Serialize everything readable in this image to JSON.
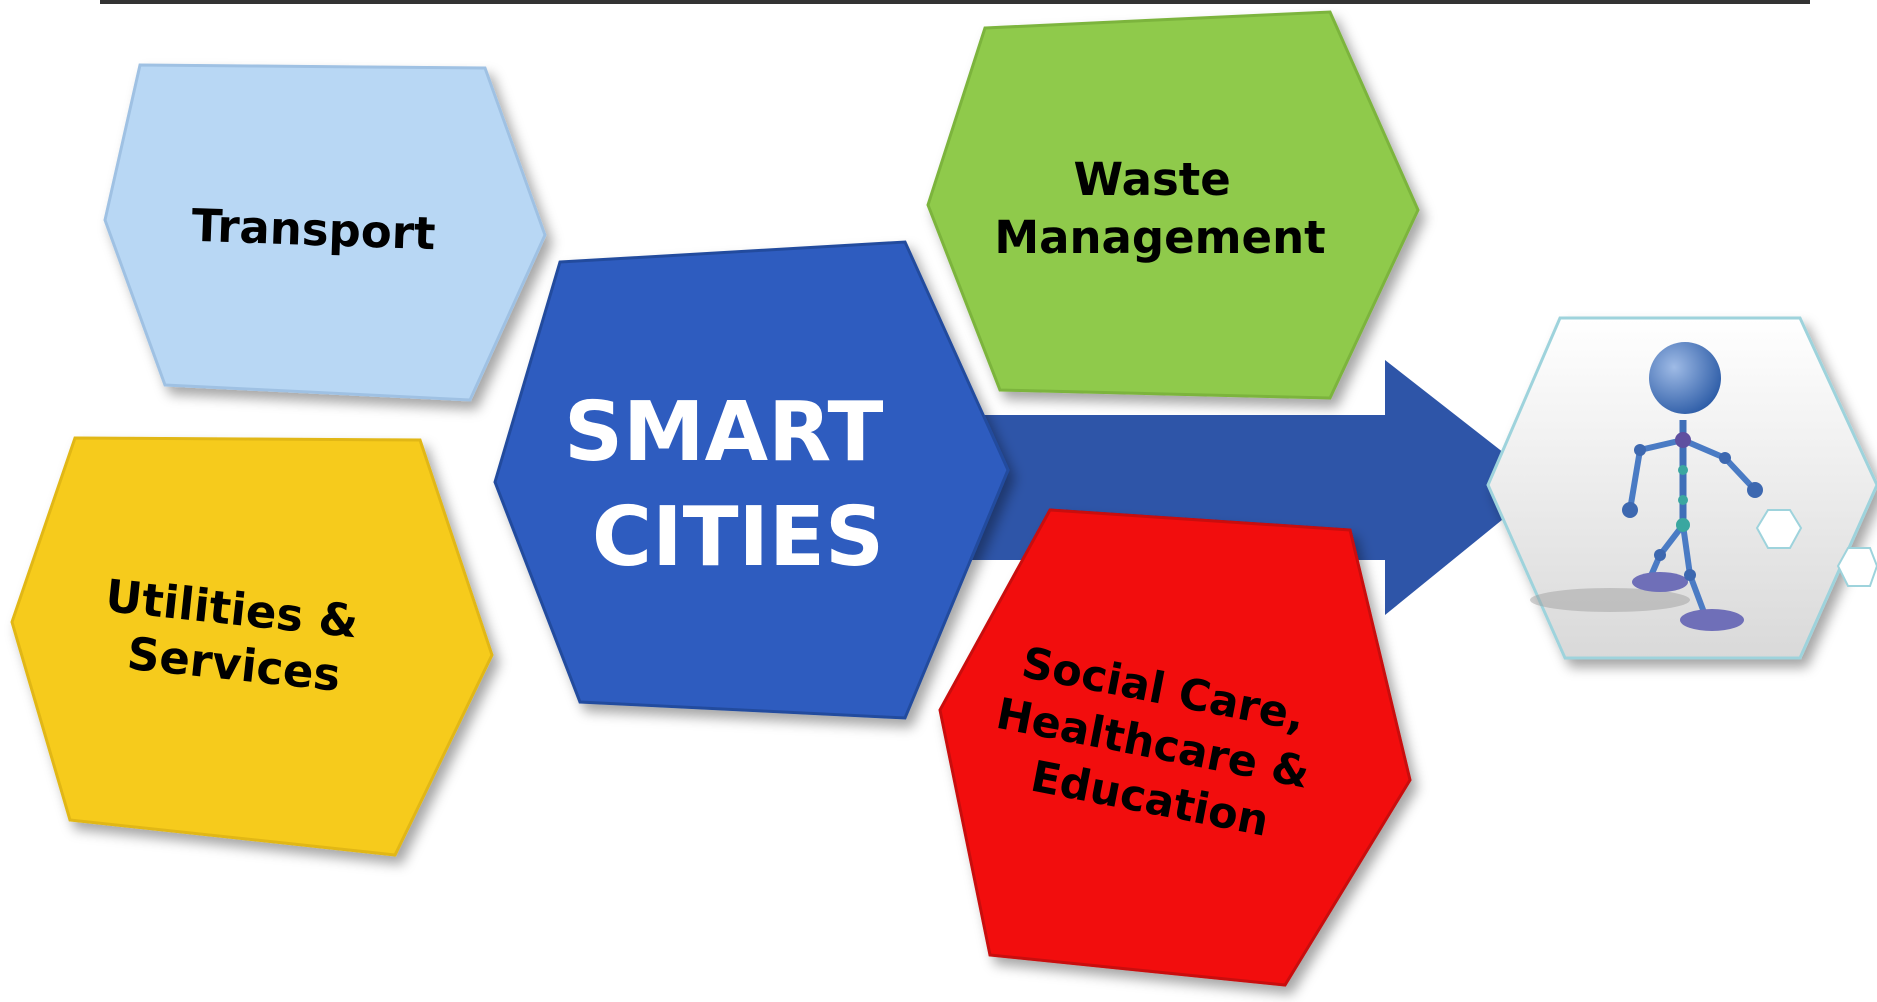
{
  "diagram": {
    "center": {
      "line1": "SMART",
      "line2": "CITIES",
      "color": "#2f5bbf"
    },
    "nodes": [
      {
        "id": "transport",
        "lines": [
          "Transport"
        ],
        "color": "#b8d7f4"
      },
      {
        "id": "utilities",
        "lines": [
          "Utilities &",
          "Services"
        ],
        "color": "#f6cb1f"
      },
      {
        "id": "waste",
        "lines": [
          "Waste",
          "Management"
        ],
        "color": "#8fca4c"
      },
      {
        "id": "social",
        "lines": [
          "Social Care,",
          "Healthcare &",
          "Education"
        ],
        "color": "#f20c0c"
      }
    ],
    "arrow_color": "#2e55a8",
    "figure_icon": "walking-robot-figure-icon",
    "text_color": "#000000",
    "center_text_color": "#ffffff"
  }
}
